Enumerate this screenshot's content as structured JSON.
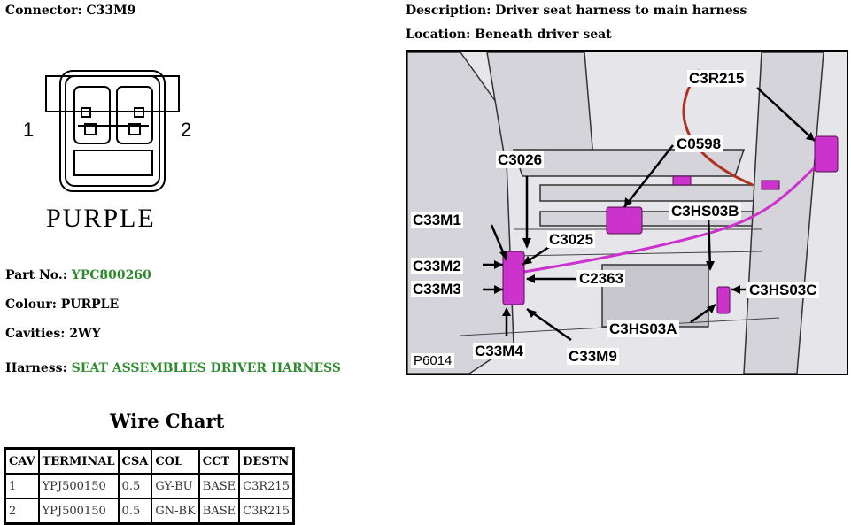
{
  "connector": {
    "label": "Connector:",
    "value": "C33M9"
  },
  "description": {
    "label": "Description:",
    "value": "Driver seat harness to main harness"
  },
  "location": {
    "label": "Location:",
    "value": "Beneath driver seat"
  },
  "drawing": {
    "pin_left": "1",
    "pin_right": "2",
    "color_label": "PURPLE"
  },
  "part_no": {
    "label": "Part No.:",
    "value": "YPC800260"
  },
  "colour": {
    "label": "Colour:",
    "value": "PURPLE"
  },
  "cavities": {
    "label": "Cavities:",
    "value": "2WY"
  },
  "harness": {
    "label": "Harness:",
    "value": "SEAT ASSEMBLIES DRIVER HARNESS"
  },
  "wire_chart": {
    "title": "Wire Chart",
    "headers": [
      "CAV",
      "TERMINAL",
      "CSA",
      "COL",
      "CCT",
      "DESTN"
    ],
    "rows": [
      [
        "1",
        "YPJ500150",
        "0.5",
        "GY-BU",
        "BASE",
        "C3R215"
      ],
      [
        "2",
        "YPJ500150",
        "0.5",
        "GN-BK",
        "BASE",
        "C3R215"
      ]
    ]
  },
  "photo": {
    "code": "P6014",
    "callouts": [
      "C3R215",
      "C0598",
      "C3026",
      "C33M1",
      "C3025",
      "C3HS03B",
      "C33M2",
      "C2363",
      "C33M3",
      "C3HS03C",
      "C3HS03A",
      "C33M4",
      "C33M9"
    ],
    "highlight_color": "#cc33cc"
  },
  "colors": {
    "green_text": "#2e8b2e",
    "connector_magenta": "#cc33cc"
  }
}
